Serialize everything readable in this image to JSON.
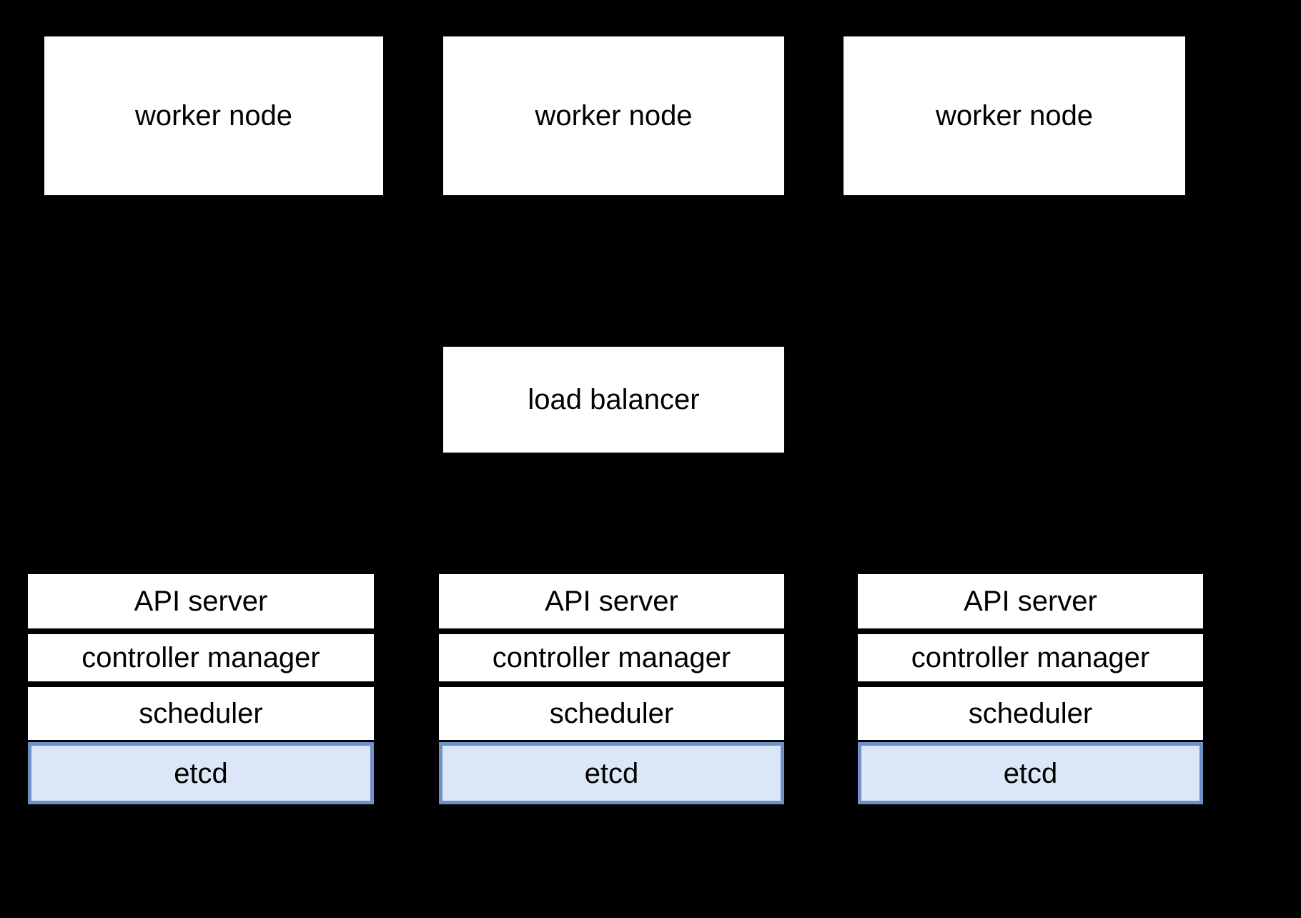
{
  "diagram": {
    "type": "kubernetes-ha-topology",
    "workers": [
      {
        "label": "worker node"
      },
      {
        "label": "worker node"
      },
      {
        "label": "worker node"
      }
    ],
    "load_balancer": {
      "label": "load balancer"
    },
    "stacks": [
      {
        "rows": [
          "API server",
          "controller manager",
          "scheduler",
          "etcd"
        ]
      },
      {
        "rows": [
          "API server",
          "controller manager",
          "scheduler",
          "etcd"
        ]
      },
      {
        "rows": [
          "API server",
          "controller manager",
          "scheduler",
          "etcd"
        ]
      }
    ],
    "highlighted_component": "etcd",
    "colors": {
      "background": "#000000",
      "box_fill": "#ffffff",
      "box_text": "#000000",
      "etcd_fill": "#dbe6f7",
      "etcd_border": "#7090c8"
    }
  }
}
